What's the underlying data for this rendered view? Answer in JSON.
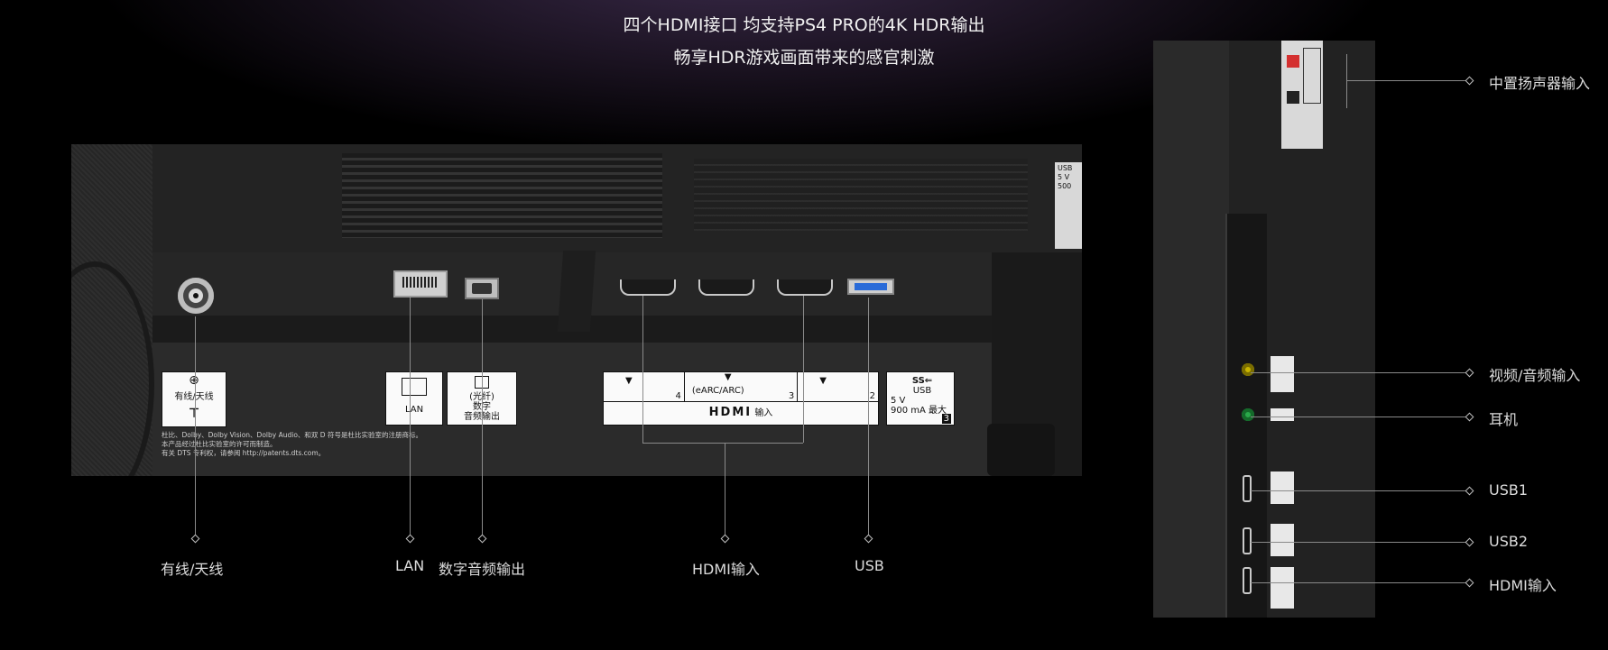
{
  "header": {
    "line1": "四个HDMI接口 均支持PS4 PRO的4K HDR输出",
    "line2": "畅享HDR游戏画面带来的感官刺激"
  },
  "rear_panel": {
    "antenna_label": "有线/天线",
    "lan_label": "LAN",
    "optical_label_top": "(光纤)",
    "optical_label_bottom": "数字\n音频输出",
    "hdmi_port_4": "4",
    "hdmi_port_3": "3",
    "hdmi_port_2": "2",
    "hdmi_earc": "(eARC/ARC)",
    "hdmi_logo": "HDMI",
    "hdmi_input": "输入",
    "usb_logo": "SS⇐",
    "usb_word": "USB",
    "usb_spec": "5 V\n900 mA 最大",
    "usb_number": "3",
    "footnote": "杜比、Dolby、Dolby Vision、Dolby Audio、和双 D 符号是杜比实验室的注册商标。\n本产品经过杜比实验室的许可而制造。\n有关 DTS 专利权，请参阅 http://patents.dts.com。",
    "edge_label": "USB\n5 V\n500"
  },
  "callouts_bottom": [
    {
      "name": "antenna",
      "label": "有线/天线"
    },
    {
      "name": "lan",
      "label": "LAN"
    },
    {
      "name": "optical",
      "label": "数字音频输出"
    },
    {
      "name": "hdmi",
      "label": "HDMI输入"
    },
    {
      "name": "usb",
      "label": "USB"
    }
  ],
  "callouts_side": [
    {
      "name": "center-speaker",
      "label": "中置扬声器输入"
    },
    {
      "name": "av-in",
      "label": "视频/音频输入"
    },
    {
      "name": "headphone",
      "label": "耳机"
    },
    {
      "name": "usb1",
      "label": "USB1"
    },
    {
      "name": "usb2",
      "label": "USB2"
    },
    {
      "name": "hdmi-side",
      "label": "HDMI输入"
    }
  ],
  "colors": {
    "jack_yellow": "#c8b400",
    "jack_green": "#2aa84a",
    "usb_blue": "#2a6bd8",
    "speaker_red": "#d43030"
  }
}
